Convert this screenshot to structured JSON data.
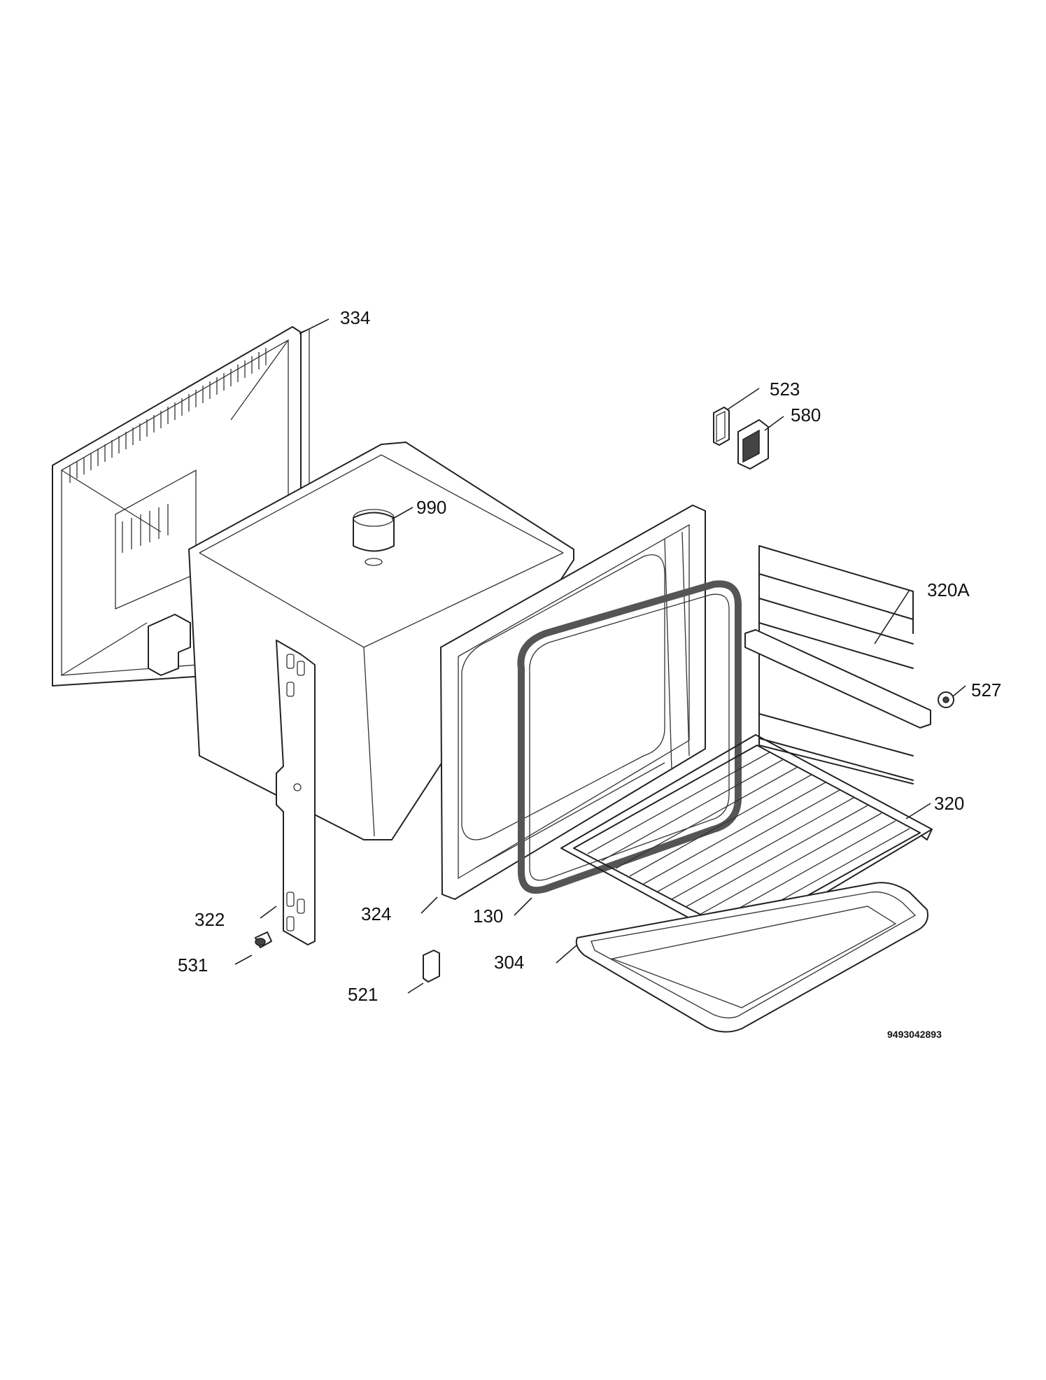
{
  "diagram": {
    "drawing_code": "9493042893",
    "callouts": [
      {
        "id": "334",
        "label": "334"
      },
      {
        "id": "523",
        "label": "523"
      },
      {
        "id": "580",
        "label": "580"
      },
      {
        "id": "990",
        "label": "990"
      },
      {
        "id": "320A",
        "label": "320A"
      },
      {
        "id": "527",
        "label": "527"
      },
      {
        "id": "320",
        "label": "320"
      },
      {
        "id": "322",
        "label": "322"
      },
      {
        "id": "324",
        "label": "324"
      },
      {
        "id": "130",
        "label": "130"
      },
      {
        "id": "531",
        "label": "531"
      },
      {
        "id": "304",
        "label": "304"
      },
      {
        "id": "521",
        "label": "521"
      }
    ]
  }
}
